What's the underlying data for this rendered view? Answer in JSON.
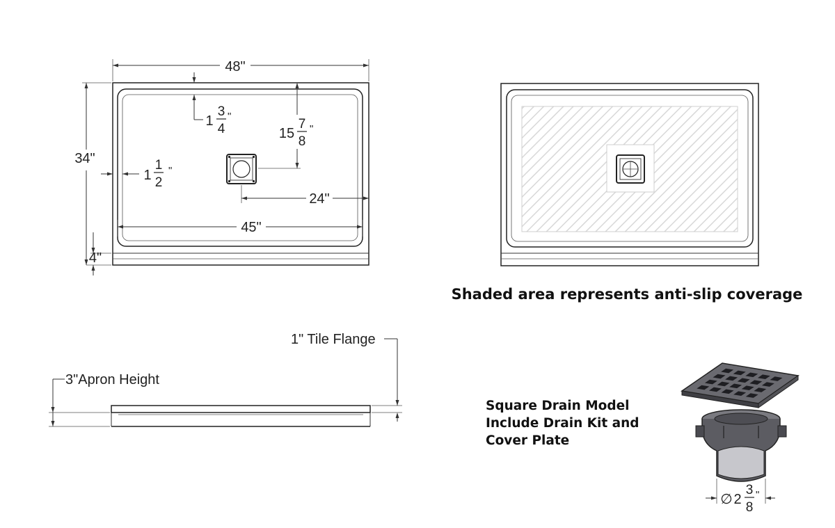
{
  "top_view": {
    "width_label": "48\"",
    "depth_label": "34\"",
    "apron_label": "4\"",
    "inner_width_label": "45\"",
    "drain_offset_x_label": "24\"",
    "left_rim": {
      "whole": "1",
      "num": "1",
      "den": "2",
      "unit": "\""
    },
    "top_rim": {
      "whole": "1",
      "num": "3",
      "den": "4",
      "unit": "\""
    },
    "drain_offset_y": {
      "whole": "15",
      "num": "7",
      "den": "8",
      "unit": "\""
    }
  },
  "anti_slip_view": {
    "caption": "Shaded area represents anti-slip coverage"
  },
  "side_view": {
    "tile_flange_label": "1\" Tile Flange",
    "apron_height_label": "3\"Apron Height"
  },
  "drain": {
    "note_lines": [
      "Square Drain Model",
      "Include Drain Kit and",
      "Cover Plate"
    ],
    "diameter": {
      "symbol": "∅",
      "whole": "2",
      "num": "3",
      "den": "8",
      "unit": "\""
    },
    "icon_cover": "drain-cover-plate-icon",
    "icon_body": "drain-body-icon"
  }
}
